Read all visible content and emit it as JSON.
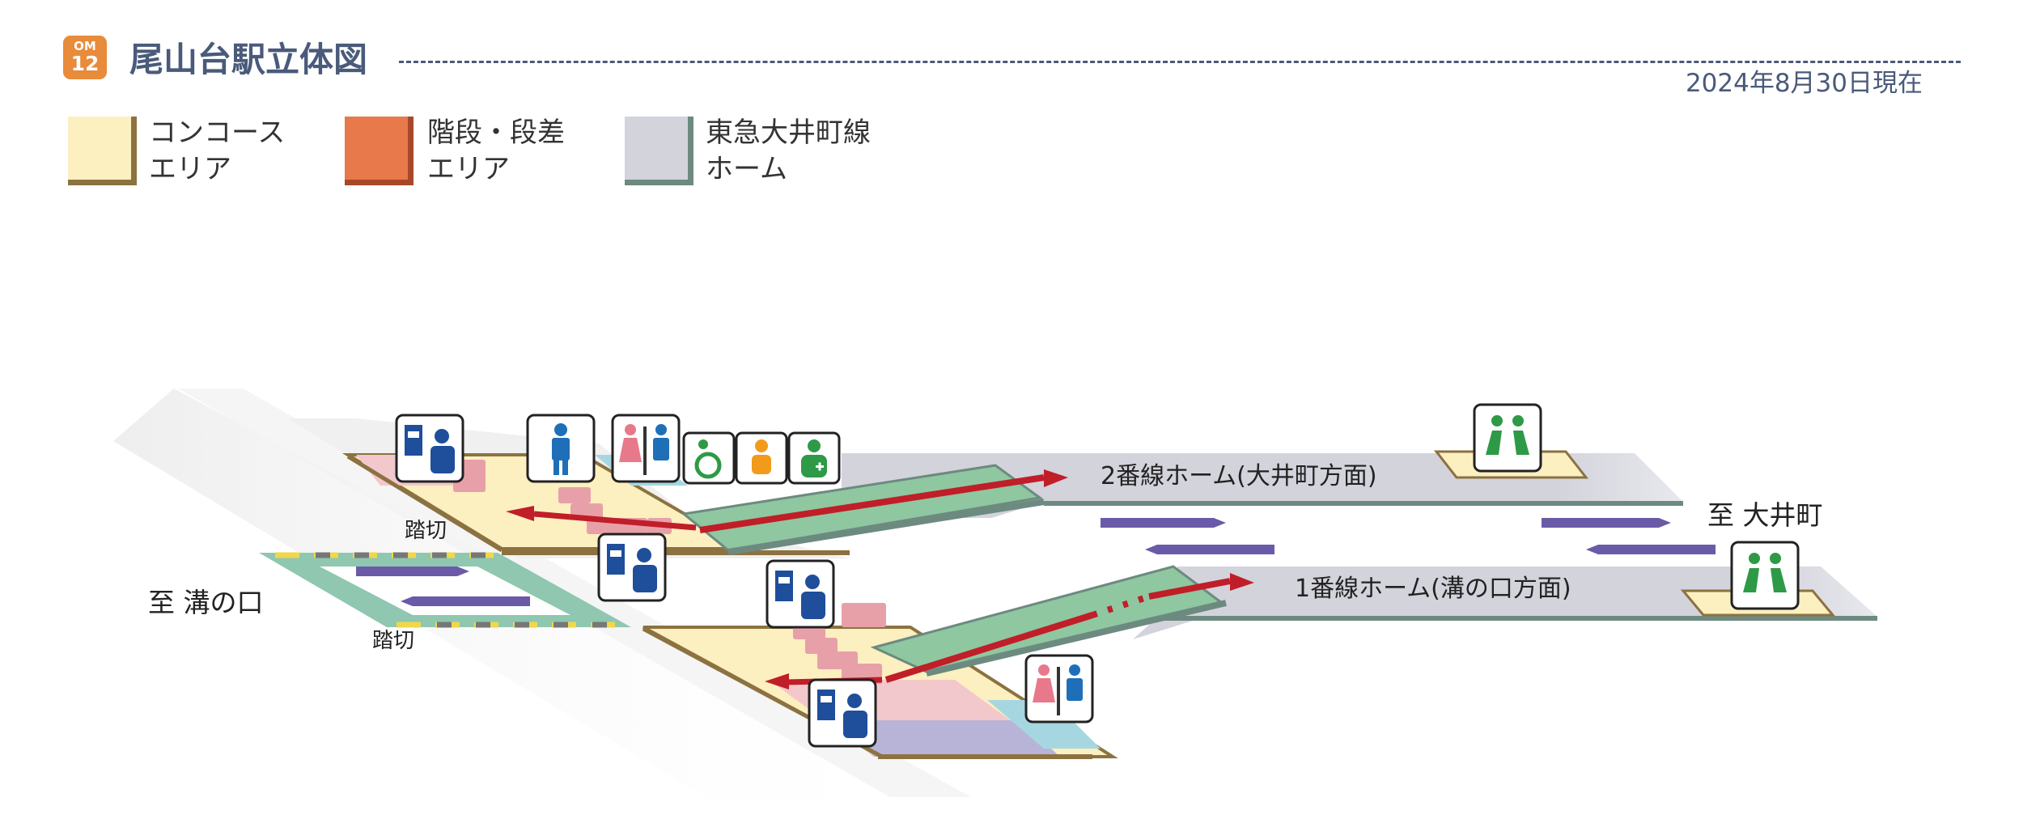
{
  "header": {
    "badge_line": "OM",
    "badge_number": "12",
    "title": "尾山台駅立体図",
    "date": "2024年8月30日現在"
  },
  "legend": [
    {
      "label": "コンコース\nエリア",
      "fill": "#fcefc0",
      "edge": "#8c7240"
    },
    {
      "label": "階段・段差\nエリア",
      "fill": "#e8794a",
      "edge": "#a8482a"
    },
    {
      "label": "東急大井町線\nホーム",
      "fill": "#d3d3dc",
      "edge": "#6d8a80"
    }
  ],
  "diagram": {
    "platform2_label": "2番線ホーム(大井町方面)",
    "platform1_label": "1番線ホーム(溝の口方面)",
    "direction_east": "至 大井町",
    "direction_west": "至 溝の口",
    "crossing_label_upper": "踏切",
    "crossing_label_lower": "踏切"
  },
  "icons": [
    "ticket-machine-icon",
    "restroom-male-icon",
    "restroom-icon",
    "accessible-toilet-icon",
    "baby-care-icon",
    "ostomate-icon",
    "waiting-bench-icon"
  ],
  "colors": {
    "accent": "#4a5a7a",
    "route_arrow": "#c01e28",
    "train_arrow": "#6a5aa8",
    "platform": "#d3d3dc",
    "concourse": "#fcefc0",
    "stairs": "#e8a0a8",
    "slope": "#8fc7a0",
    "icon_blue": "#1f4e9b",
    "icon_green": "#2e9a47"
  }
}
